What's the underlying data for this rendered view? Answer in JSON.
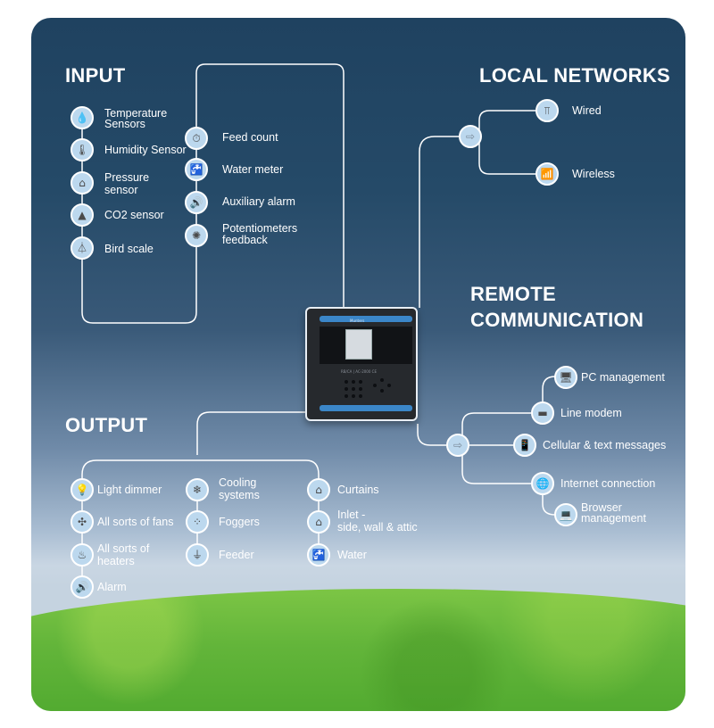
{
  "sections": {
    "input": {
      "title": "INPUT",
      "column1": [
        {
          "icon": "temperature-sensors-icon",
          "glyph": "💧",
          "label_lines": [
            "Temperature",
            "Sensors"
          ]
        },
        {
          "icon": "humidity-sensor-icon",
          "glyph": "🌡",
          "label_lines": [
            "Humidity Sensor"
          ]
        },
        {
          "icon": "pressure-sensor-icon",
          "glyph": "⌂",
          "label_lines": [
            "Pressure",
            "sensor"
          ]
        },
        {
          "icon": "co2-sensor-icon",
          "glyph": "▲",
          "label_lines": [
            "CO2 sensor"
          ]
        },
        {
          "icon": "bird-scale-icon",
          "glyph": "⏃",
          "label_lines": [
            "Bird scale"
          ]
        }
      ],
      "column2": [
        {
          "icon": "feed-count-icon",
          "glyph": "⏱",
          "label_lines": [
            "Feed count"
          ]
        },
        {
          "icon": "water-meter-icon",
          "glyph": "🚰",
          "label_lines": [
            "Water meter"
          ]
        },
        {
          "icon": "auxiliary-alarm-icon",
          "glyph": "🔊",
          "label_lines": [
            "Auxiliary alarm"
          ]
        },
        {
          "icon": "potentiometers-feedback-icon",
          "glyph": "✺",
          "label_lines": [
            "Potentiometers",
            "feedback"
          ]
        }
      ]
    },
    "local_networks": {
      "title": "LOCAL NETWORKS",
      "hub_glyph": "⇨",
      "items": [
        {
          "icon": "wired-icon",
          "glyph": "⫪",
          "label": "Wired"
        },
        {
          "icon": "wireless-icon",
          "glyph": "📶",
          "label": "Wireless"
        }
      ]
    },
    "remote_communication": {
      "title_lines": [
        "REMOTE",
        "COMMUNICATION"
      ],
      "hub_glyph": "⇨",
      "items": [
        {
          "icon": "pc-management-icon",
          "glyph": "🖥",
          "label_lines": [
            "PC management"
          ]
        },
        {
          "icon": "line-modem-icon",
          "glyph": "▬",
          "label_lines": [
            "Line modem"
          ]
        },
        {
          "icon": "cellular-icon",
          "glyph": "📱",
          "label_lines": [
            "Cellular & text messages"
          ]
        },
        {
          "icon": "internet-connection-icon",
          "glyph": "🌐",
          "label_lines": [
            "Internet connection"
          ]
        },
        {
          "icon": "browser-management-icon",
          "glyph": "💻",
          "label_lines": [
            "Browser",
            "management"
          ]
        }
      ]
    },
    "output": {
      "title": "OUTPUT",
      "column1": [
        {
          "icon": "light-dimmer-icon",
          "glyph": "💡",
          "label_lines": [
            "Light dimmer"
          ]
        },
        {
          "icon": "fans-icon",
          "glyph": "✣",
          "label_lines": [
            "All sorts of fans"
          ]
        },
        {
          "icon": "heaters-icon",
          "glyph": "♨",
          "label_lines": [
            "All sorts of",
            "heaters"
          ]
        },
        {
          "icon": "alarm-icon",
          "glyph": "🔊",
          "label_lines": [
            "Alarm"
          ]
        }
      ],
      "column2": [
        {
          "icon": "cooling-systems-icon",
          "glyph": "❄",
          "label_lines": [
            "Cooling",
            "systems"
          ]
        },
        {
          "icon": "foggers-icon",
          "glyph": "⁘",
          "label_lines": [
            "Foggers"
          ]
        },
        {
          "icon": "feeder-icon",
          "glyph": "⏚",
          "label_lines": [
            "Feeder"
          ]
        }
      ],
      "column3": [
        {
          "icon": "curtains-icon",
          "glyph": "⌂",
          "label_lines": [
            "Curtains"
          ]
        },
        {
          "icon": "inlet-icon",
          "glyph": "⌂",
          "label_lines": [
            "Inlet -",
            "side, wall & attic"
          ]
        },
        {
          "icon": "water-icon",
          "glyph": "🚰",
          "label_lines": [
            "Water"
          ]
        }
      ]
    }
  },
  "device": {
    "brand": "Munters",
    "model": "RB/CA | AC-2000 CE"
  },
  "colors": {
    "line": "#ffffff",
    "node_fill": "#bcd8ee",
    "sky_top": "#1f4260",
    "grass": "#63b53a",
    "device_band": "#3b86c8"
  }
}
